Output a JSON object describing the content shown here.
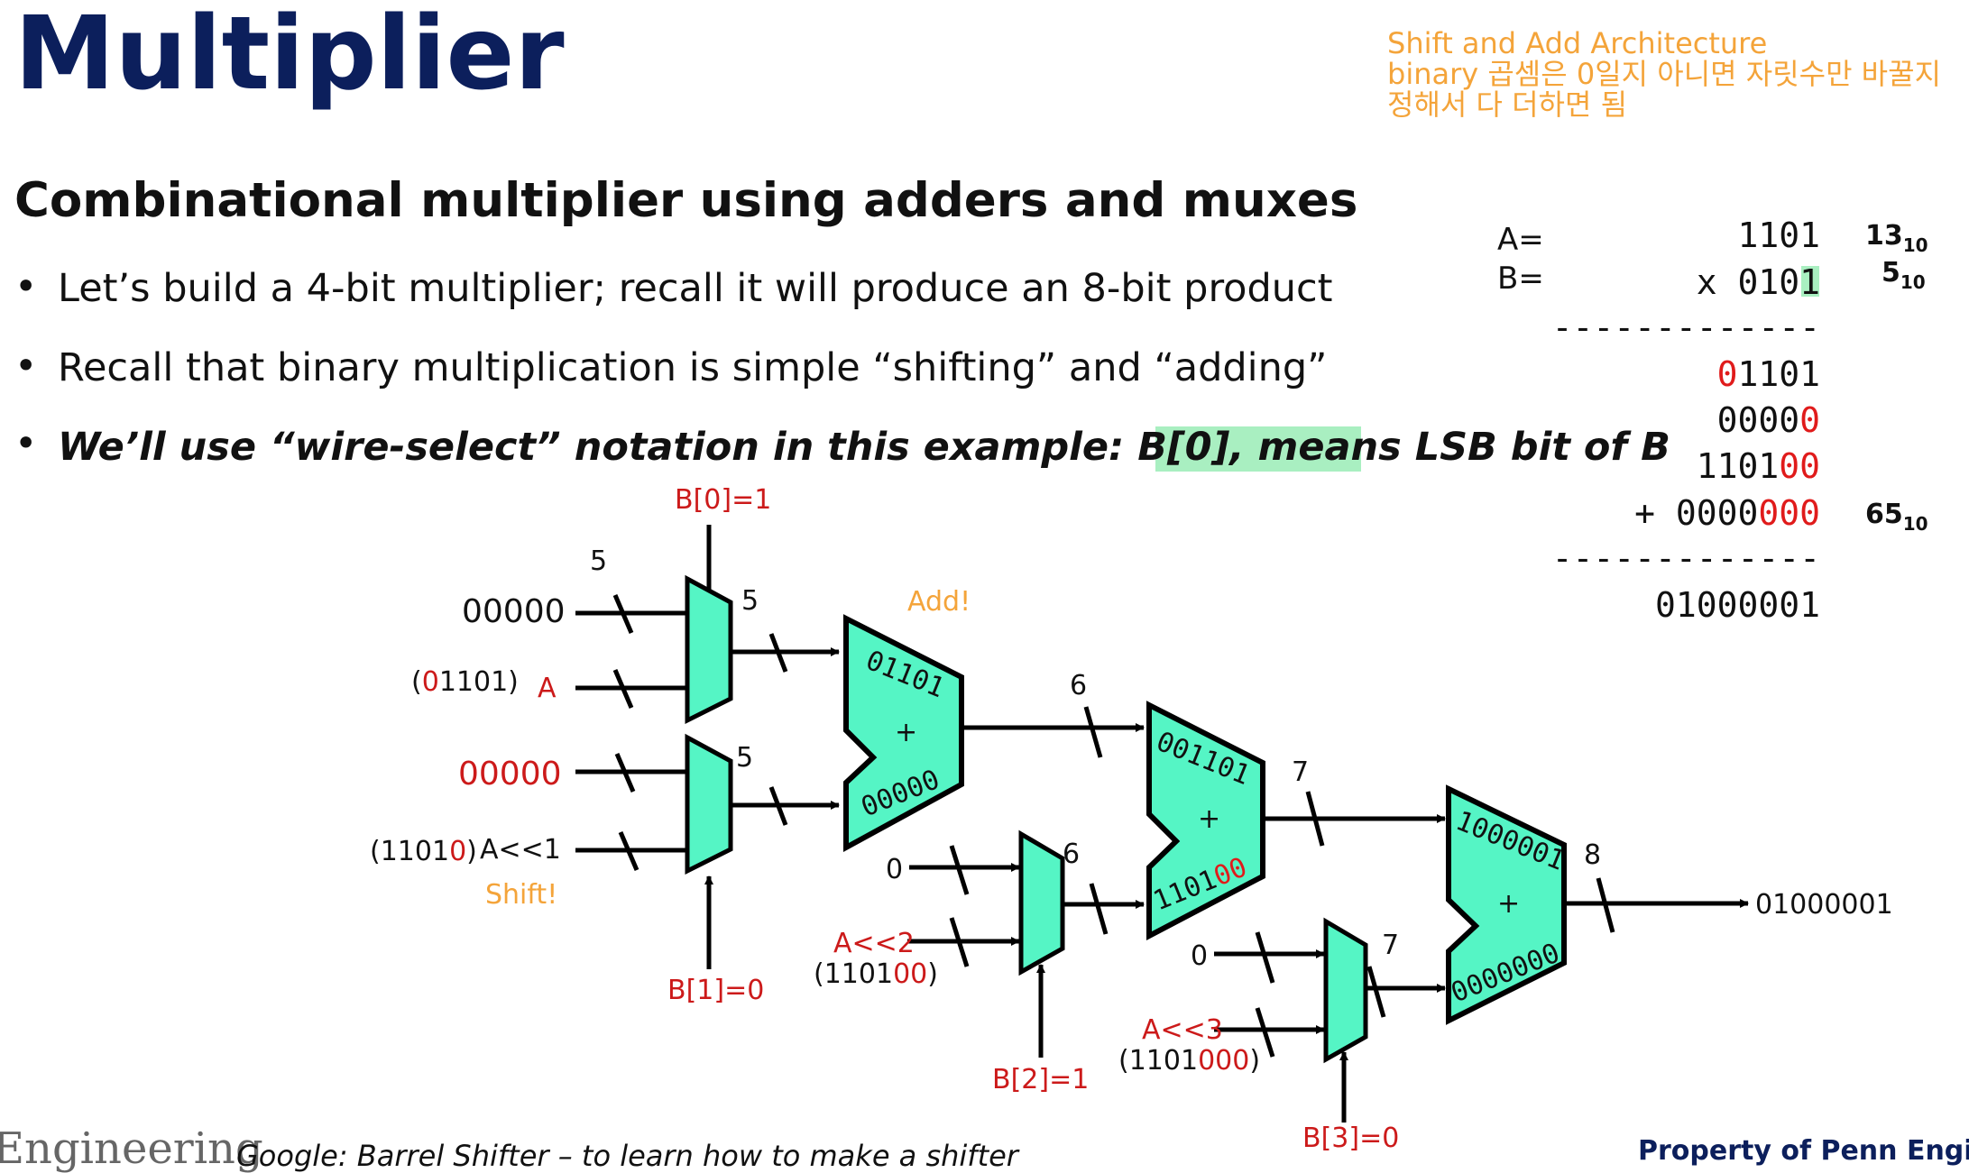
{
  "title": "Multiplier",
  "note": {
    "line1": "Shift and Add Architecture",
    "line2": "binary 곱셈은 0일지 아니면 자릿수만 바꿀지",
    "line3": "정해서 다 더하면 됨"
  },
  "subtitle": "Combinational multiplier using adders and muxes",
  "bullets": {
    "b1": "Let’s build a 4-bit multiplier; recall it will produce an 8-bit product",
    "b2": "Recall that binary multiplication is simple “shifting” and “adding”",
    "b3_main": "We’ll use “wire-select” notation in this example: B[0], means ",
    "b3_highlight": "LSB bit of B",
    "marker": "•"
  },
  "worked_example": {
    "a_label": "A=",
    "b_label": "B=",
    "a_value": "1101",
    "b_prefix": "x 010",
    "b_last": "1",
    "separator": "-------------",
    "p1_red": "0",
    "p1_rest": "1101",
    "p2_black": "0000",
    "p2_red": "0",
    "p3_black": "1101",
    "p3_red": "00",
    "p4_prefix": "+ 0000",
    "p4_red": "000",
    "result": "01000001",
    "a_dec": "13",
    "b_dec": "5",
    "r_dec": "65",
    "base": "10"
  },
  "diagram": {
    "b0_sel": "B[0]=1",
    "b1_sel": "B[1]=0",
    "b2_sel": "B[2]=1",
    "b3_sel": "B[3]=0",
    "in_zero5": "00000",
    "in_a_open": "(",
    "in_a_red": "0",
    "in_a_rest": "1101)",
    "in_a_label": "A",
    "in_zero5_red": "00000",
    "in_a1_open": "(1101",
    "in_a1_red": "0",
    "in_a1_close": ")",
    "in_a1_label": "A<<1",
    "shift_note": "Shift!",
    "add_note": "Add!",
    "w5a": "5",
    "w5b": "5",
    "w5c": "5",
    "w6a": "6",
    "w6b": "6",
    "w7a": "7",
    "w7b": "7",
    "w8": "8",
    "adder1_top": "01101",
    "adder1_bot": "00000",
    "adder2_top": "001101",
    "adder2_bot_black": "1101",
    "adder2_bot_red": "00",
    "adder3_top": "1000001",
    "adder3_bot": "0000000",
    "plus": "+",
    "mux3_zero": "0",
    "a2_label": "A<<2",
    "a2_open": "(1101",
    "a2_red": "00",
    "a2_close": ")",
    "mux4_zero": "0",
    "a3_label": "A<<3",
    "a3_open": "(1101",
    "a3_red": "000",
    "a3_close": ")",
    "output": "01000001"
  },
  "footer": {
    "left": "Engineering",
    "center": "Google: Barrel Shifter – to learn how to make a shifter",
    "right": "Property of Penn Engineering"
  },
  "colors": {
    "title": "#0c1f5c",
    "note": "#f4a43a",
    "red": "#e01b1b",
    "component_fill": "#55f5c5",
    "highlight": "#a9efc1"
  }
}
